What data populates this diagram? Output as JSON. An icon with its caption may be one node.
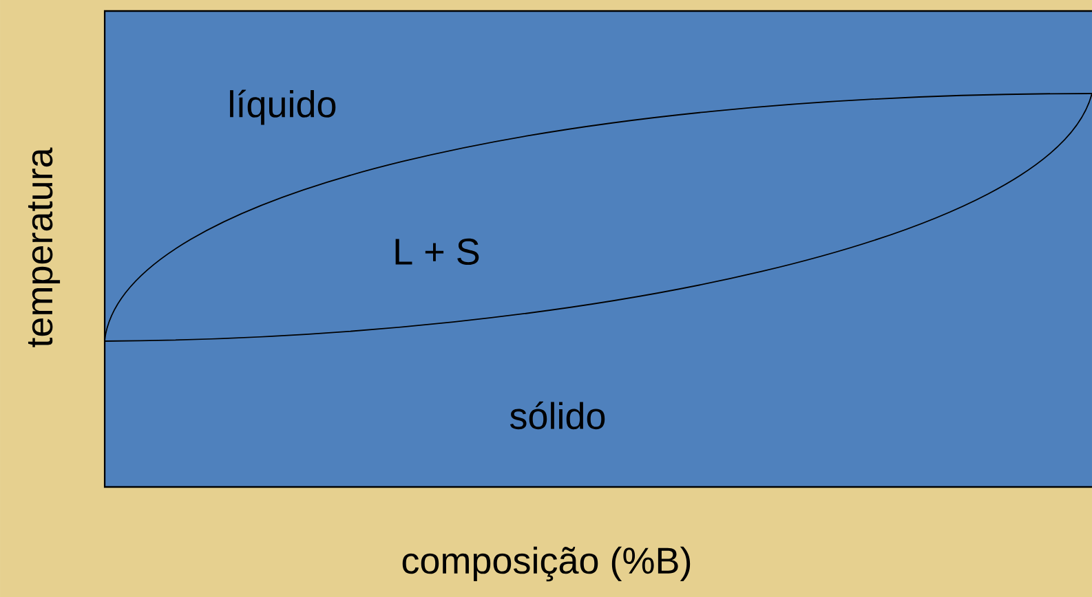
{
  "diagram": {
    "labels": [
      "líquido",
      "L + S",
      "sólido",
      "temperatura",
      "composição (%B)"
    ]
  }
}
